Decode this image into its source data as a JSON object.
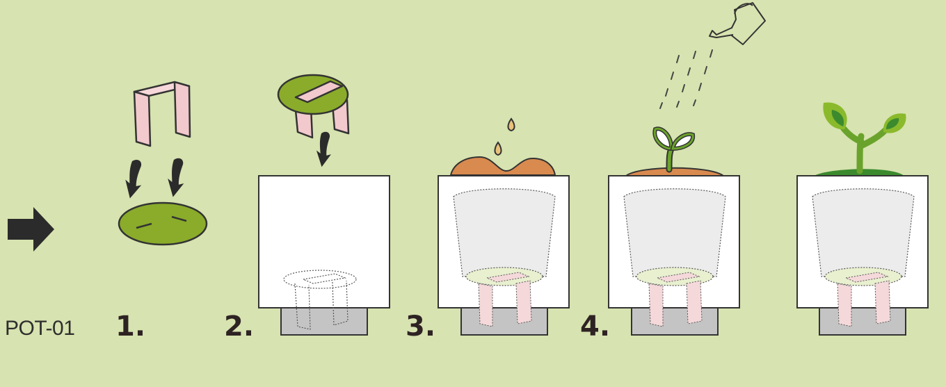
{
  "product_code": "POT-01",
  "steps": [
    {
      "label": "1."
    },
    {
      "label": "2."
    },
    {
      "label": "3."
    },
    {
      "label": "4."
    }
  ],
  "colors": {
    "background": "#d7e3b0",
    "wick_pink": "#f2c9cc",
    "disc_green": "#8aac2a",
    "soil_orange": "#d98a4f",
    "plant_green": "#6aa32b",
    "leaf_dark": "#3c8a2e",
    "pot_white": "#ffffff",
    "reservoir_gray": "#c4c4c4",
    "outline": "#333333",
    "arrow_dark": "#2b2b2b"
  },
  "icons": [
    "right-arrow-icon",
    "curved-down-arrow-icon",
    "watering-can-icon",
    "seed-icon",
    "sprout-icon"
  ]
}
